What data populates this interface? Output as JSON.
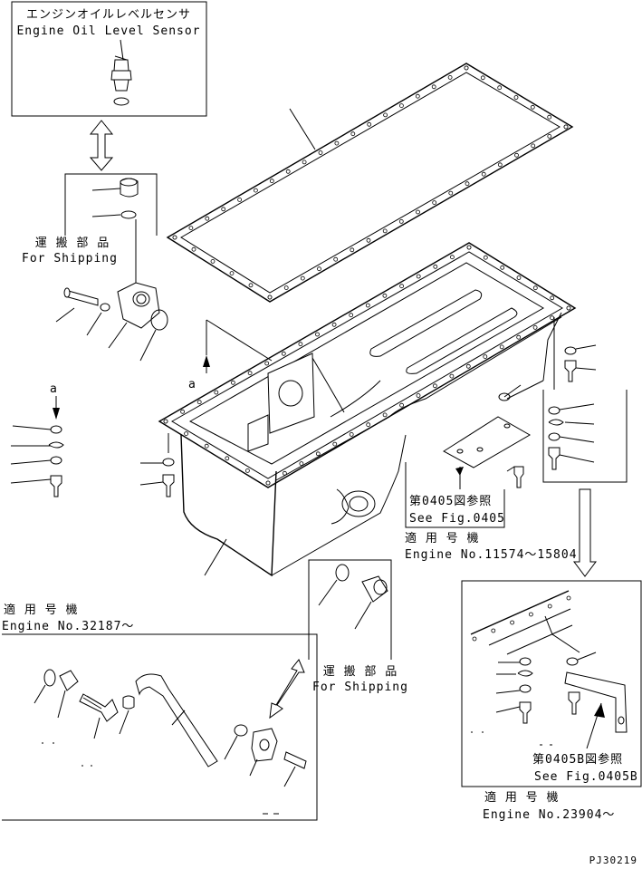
{
  "sensor_box": {
    "title_jp": "エンジンオイルレベルセンサ",
    "title_en": "Engine Oil Level Sensor"
  },
  "shipping_upper": {
    "jp": "運 搬 部 品",
    "en": "For Shipping"
  },
  "shipping_lower": {
    "jp": "運 搬 部 品",
    "en": "For Shipping"
  },
  "view_letter_1": "a",
  "view_letter_2": "a",
  "fig_ref_1": {
    "jp": "第0405図参照",
    "en": "See Fig.0405"
  },
  "fig_ref_2": {
    "jp": "第0405B図参照",
    "en": "See Fig.0405B"
  },
  "serial_center": {
    "jp": "適 用 号 機",
    "en": "Engine No.11574～15804"
  },
  "serial_left": {
    "jp": "適 用 号 機",
    "en": "Engine No.32187～"
  },
  "serial_right": {
    "jp": "適 用 号 機",
    "en": "Engine No.23904～"
  },
  "drawing_number": "PJ30219"
}
